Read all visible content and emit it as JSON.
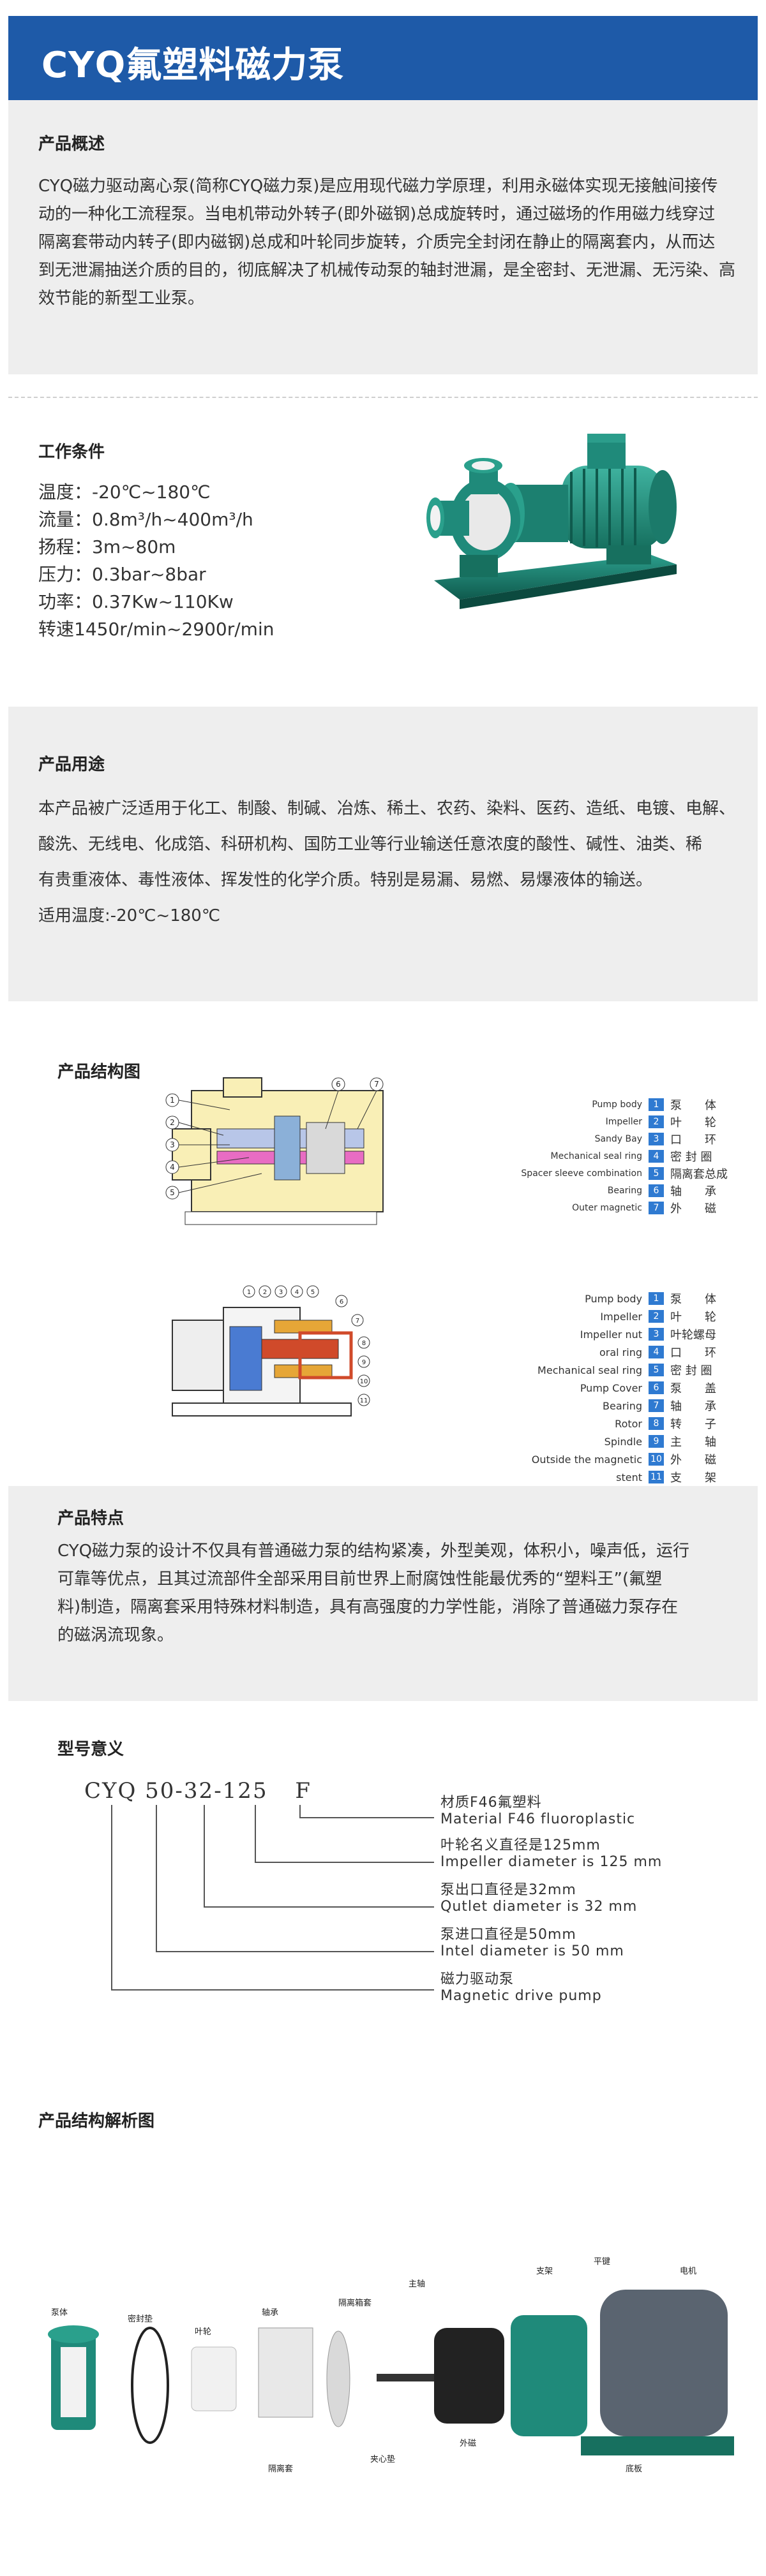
{
  "header": {
    "title": "CYQ氟塑料磁力泵"
  },
  "overview": {
    "title": "产品概述",
    "lines": [
      "CYQ磁力驱动离心泵(简称CYQ磁力泵)是应用现代磁力学原理，利用永磁体实现无接触间接传",
      "动的一种化工流程泵。当电机带动外转子(即外磁钢)总成旋转时，通过磁场的作用磁力线穿过",
      "隔离套带动内转子(即内磁钢)总成和叶轮同步旋转，介质完全封闭在静止的隔离套内，从而达",
      "到无泄漏抽送介质的目的，彻底解决了机械传动泵的轴封泄漏，是全密封、无泄漏、无污染、高",
      "效节能的新型工业泵。"
    ]
  },
  "conditions": {
    "title": "工作条件",
    "lines": [
      "温度：-20℃~180℃",
      "流量：0.8m³/h~400m³/h",
      "扬程：3m~80m",
      "压力：0.3bar~8bar",
      "功率：0.37Kw~110Kw",
      "转速1450r/min~2900r/min"
    ]
  },
  "usage": {
    "title": "产品用途",
    "lines": [
      "本产品被广泛适用于化工、制酸、制碱、冶炼、稀土、农药、染料、医药、造纸、电镀、电解、",
      "酸洗、无线电、化成箔、科研机构、国防工业等行业输送任意浓度的酸性、碱性、油类、稀",
      "有贵重液体、毒性液体、挥发性的化学介质。特别是易漏、易燃、易爆液体的输送。",
      "适用温度:-20℃~180℃"
    ]
  },
  "structure": {
    "title": "产品结构图",
    "legend1": [
      {
        "en": "Pump body",
        "n": "1",
        "cn": "泵　　体"
      },
      {
        "en": "Impeller",
        "n": "2",
        "cn": "叶　　轮"
      },
      {
        "en": "Sandy Bay",
        "n": "3",
        "cn": "口　　环"
      },
      {
        "en": "Mechanical seal ring",
        "n": "4",
        "cn": "密 封 圈"
      },
      {
        "en": "Spacer sleeve combination",
        "n": "5",
        "cn": "隔离套总成"
      },
      {
        "en": "Bearing",
        "n": "6",
        "cn": "轴　　承"
      },
      {
        "en": "Outer magnetic",
        "n": "7",
        "cn": "外　　磁"
      }
    ],
    "diagram1_callouts": [
      "1",
      "2",
      "3",
      "4",
      "5",
      "6",
      "7"
    ],
    "legend2": [
      {
        "en": "Pump body",
        "n": "1",
        "cn": "泵　　体"
      },
      {
        "en": "Impeller",
        "n": "2",
        "cn": "叶　　轮"
      },
      {
        "en": "Impeller nut",
        "n": "3",
        "cn": "叶轮螺母"
      },
      {
        "en": "oral ring",
        "n": "4",
        "cn": "口　　环"
      },
      {
        "en": "Mechanical seal ring",
        "n": "5",
        "cn": "密 封 圈"
      },
      {
        "en": "Pump Cover",
        "n": "6",
        "cn": "泵　　盖"
      },
      {
        "en": "Bearing",
        "n": "7",
        "cn": "轴　　承"
      },
      {
        "en": "Rotor",
        "n": "8",
        "cn": "转　　子"
      },
      {
        "en": "Spindle",
        "n": "9",
        "cn": "主　　轴"
      },
      {
        "en": "Outside the magnetic",
        "n": "10",
        "cn": "外　　磁"
      },
      {
        "en": "stent",
        "n": "11",
        "cn": "支　　架"
      }
    ],
    "diagram2_callouts": [
      "1",
      "2",
      "3",
      "4",
      "5",
      "6",
      "7",
      "8",
      "9",
      "10",
      "11"
    ]
  },
  "features": {
    "title": "产品特点",
    "lines": [
      "CYQ磁力泵的设计不仅具有普通磁力泵的结构紧凑，外型美观，体积小，噪声低，运行",
      "可靠等优点，且其过流部件全部采用目前世界上耐腐蚀性能最优秀的“塑料王”(氟塑",
      "料)制造，隔离套采用特殊材料制造，具有高强度的力学性能，消除了普通磁力泵存在",
      "的磁涡流现象。"
    ]
  },
  "model": {
    "title": "型号意义",
    "code": [
      "CYQ",
      "50",
      "-32",
      "-125",
      "F"
    ],
    "items": [
      {
        "cn": "材质F46氟塑料",
        "en": "Material F46 fluoroplastic"
      },
      {
        "cn": "叶轮名义直径是125mm",
        "en": "Impeller diameter is 125 mm"
      },
      {
        "cn": "泵出口直径是32mm",
        "en": "Qutlet diameter is 32 mm"
      },
      {
        "cn": "泵进口直径是50mm",
        "en": "Intel diameter is 50 mm"
      },
      {
        "cn": "磁力驱动泵",
        "en": "Magnetic drive pump"
      }
    ]
  },
  "exploded": {
    "title": "产品结构解析图",
    "labels": [
      "泵体",
      "密封垫",
      "叶轮",
      "轴承",
      "隔离套",
      "隔离箱套",
      "主轴",
      "夹心垫",
      "外磁",
      "支架",
      "平键",
      "电机",
      "底板"
    ]
  },
  "colors": {
    "header": "#1e5aa8",
    "pump_green": "#1f8a7a",
    "section_bg": "#eeeeee",
    "badge": "#2f7ad1"
  }
}
